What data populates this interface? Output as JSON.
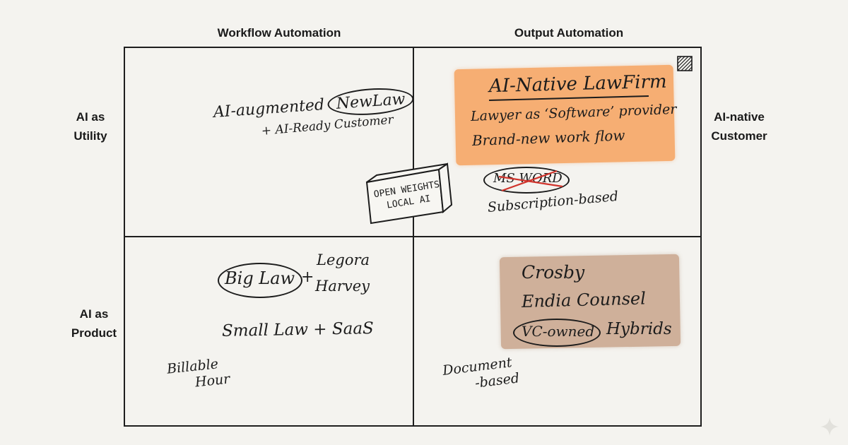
{
  "axes": {
    "top_left": "Workflow Automation",
    "top_right": "Output Automation",
    "left_top": [
      "AI as",
      "Utility"
    ],
    "left_bottom": [
      "AI as",
      "Product"
    ],
    "right_top": [
      "AI-native",
      "Customer"
    ]
  },
  "quadrants": {
    "top_left": {
      "line1_prefix": "AI-augmented",
      "line1_circled": "NewLaw",
      "line2": "+ AI-Ready Customer"
    },
    "top_right": {
      "box_title": "AI-Native LawFirm",
      "box_line1": "Lawyer as ‘Software’ provider",
      "box_line2": "Brand-new work flow",
      "crossed": "MS WORD",
      "note": "Subscription-based"
    },
    "center": {
      "line1": "OPEN WEIGHTS",
      "line2": "LOCAL AI"
    },
    "bottom_left": {
      "circled": "Big Law",
      "plus": "+",
      "stack1": "Legora",
      "stack2": "Harvey",
      "line2": "Small Law + SaaS",
      "note1": "Billable",
      "note2": "Hour"
    },
    "bottom_right": {
      "box_line1": "Crosby",
      "box_line2": "Endia Counsel",
      "box_circled": "VC-owned",
      "box_suffix": "Hybrids",
      "note1": "Document",
      "note2": "-based"
    }
  },
  "colors": {
    "orange_box": "#f6ae73",
    "tan_box": "#cfb09a",
    "cross_red": "#d0332b",
    "ink": "#1c1c1c"
  },
  "icons": {
    "corner": "hatched-square-icon",
    "watermark": "sparkle-icon"
  }
}
